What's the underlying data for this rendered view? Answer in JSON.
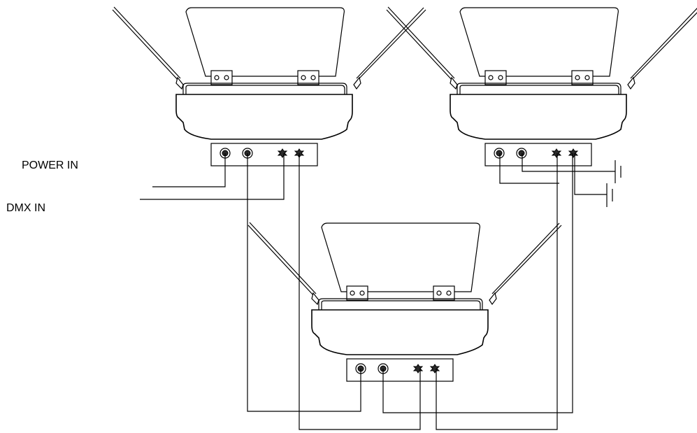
{
  "labels": {
    "power_in": "POWER IN",
    "dmx_in": "DMX IN"
  },
  "colors": {
    "line": "#000000",
    "background": "#ffffff",
    "connector": "#2a2a2a"
  },
  "fixtures": [
    {
      "id": "fixture-top-left"
    },
    {
      "id": "fixture-top-right"
    },
    {
      "id": "fixture-bottom-center"
    }
  ]
}
